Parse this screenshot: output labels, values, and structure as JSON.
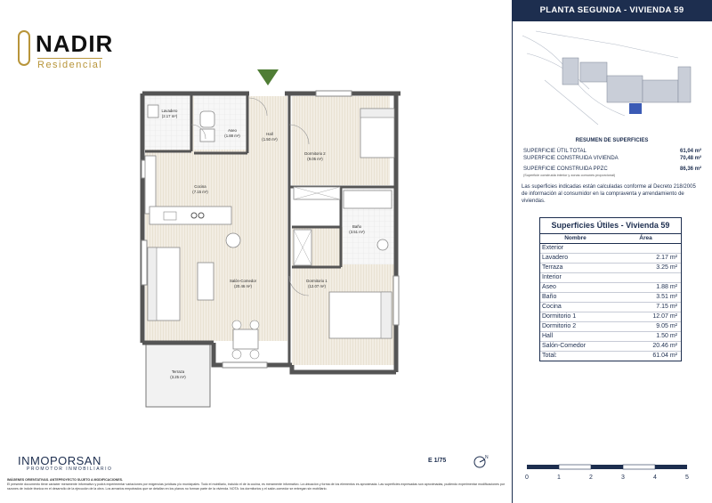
{
  "brand": {
    "name": "NADIR",
    "subtitle": "Residencial"
  },
  "header": {
    "title": "PLANTA SEGUNDA - VIVIENDA 59"
  },
  "plan": {
    "rooms": [
      {
        "id": "lavadero",
        "name": "Lavadero",
        "area": "(2.17 m²)"
      },
      {
        "id": "aseo",
        "name": "Aseo",
        "area": "(1.88 m²)"
      },
      {
        "id": "hall",
        "name": "Hall",
        "area": "(1.50 m²)"
      },
      {
        "id": "dormitorio2",
        "name": "Dormitorio 2",
        "area": "(9.05 m²)"
      },
      {
        "id": "cocina",
        "name": "Cocina",
        "area": "(7.15 m²)"
      },
      {
        "id": "bano",
        "name": "Baño",
        "area": "(3.51 m²)"
      },
      {
        "id": "salon",
        "name": "Salón-Comedor",
        "area": "(20.46 m²)"
      },
      {
        "id": "dormitorio1",
        "name": "Dormitorio 1",
        "area": "(12.07 m²)"
      },
      {
        "id": "terraza",
        "name": "Terraza",
        "area": "(3.25 m²)"
      }
    ]
  },
  "summary": {
    "title": "RESUMEN DE SUPERFICIES",
    "rows": [
      {
        "label": "SUPERFICIE ÚTIL TOTAL",
        "value": "61,04 m²"
      },
      {
        "label": "SUPERFICIE CONSTRUIDA VIVIENDA",
        "value": "70,48 m²"
      },
      {
        "label": "SUPERFICIE CONSTRUIDA PPZC",
        "value": "86,36 m²"
      }
    ],
    "note": "(Superficie construida interior y zonas comunes proporcional)",
    "paragraph": "Las superficies indicadas están calculadas conforme al Decreto 218/2005 de información al consumidor en la compraventa y arrendamiento de viviendas."
  },
  "table": {
    "title": "Superficies Útiles - Vivienda 59",
    "col_name": "Nombre",
    "col_area": "Área",
    "section_exterior": "Exterior",
    "exterior": [
      {
        "name": "Lavadero",
        "area": "2.17 m²"
      },
      {
        "name": "Terraza",
        "area": "3.25 m²"
      }
    ],
    "section_interior": "Interior",
    "interior": [
      {
        "name": "Aseo",
        "area": "1.88 m²"
      },
      {
        "name": "Baño",
        "area": "3.51 m²"
      },
      {
        "name": "Cocina",
        "area": "7.15 m²"
      },
      {
        "name": "Dormitorio 1",
        "area": "12.07 m²"
      },
      {
        "name": "Dormitorio 2",
        "area": "9.05 m²"
      },
      {
        "name": "Hall",
        "area": "1.50 m²"
      },
      {
        "name": "Salón-Comedor",
        "area": "20.46 m²"
      }
    ],
    "total_label": "Total:",
    "total_value": "61.04 m²"
  },
  "scale_bar": {
    "ticks": [
      "0",
      "1",
      "2",
      "3",
      "4",
      "5"
    ]
  },
  "footer": {
    "company": "INMOPORSAN",
    "company_sub": "PROMOTOR INMOBILIARIO",
    "scale": "E 1/75",
    "compass_label": "N",
    "disclaimer_title": "IMÁGENES ORIENTATIVAS. ANTEPROYECTO SUJETO A MODIFICACIONES.",
    "disclaimer": "El presente documento tiene carácter meramente informativo y podrá experimentar variaciones por exigencias jurídicas y/o municipales. Todo el mobiliario, incluido el de la cocina, es meramente informativo. La ubicación y forma de los elementos es aproximada. Las superficies expresadas son aproximadas, pudiendo experimentar modificaciones por razones de índole técnica en el desarrollo de la ejecución de la obra. Los armarios empotrados que se detallan en los planos no forman parte de la vivienda. NOTA: los dormitorios y el salón-comedor se entregan sin mobiliario."
  },
  "colors": {
    "navy": "#1d2e4f",
    "gold": "#b8953a",
    "green": "#4f7d35",
    "wall": "#555555"
  }
}
